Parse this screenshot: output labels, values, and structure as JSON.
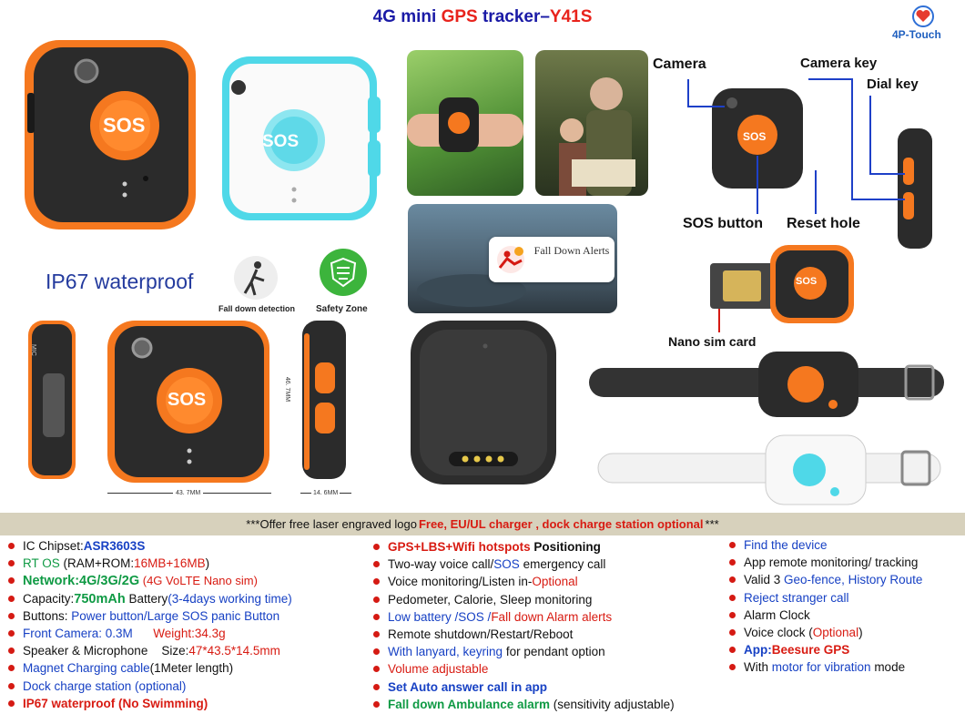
{
  "header": {
    "title_a": "4G mini ",
    "title_b": "GPS",
    "title_c": " tracker–",
    "title_d": "Y41S",
    "logo_text": "4P-Touch"
  },
  "labels": {
    "waterproof": "IP67 waterproof",
    "fall_detect": "Fall down detection",
    "safety_zone": "Safety Zone",
    "fall_alert": "Fall Down Alerts",
    "sos_text": "SOS",
    "camera": "Camera",
    "camera_key": "Camera key",
    "dial_key": "Dial key",
    "sos_button": "SOS button",
    "reset_hole": "Reset hole",
    "nano_sim": "Nano sim card",
    "dim_h": "46. 7MM",
    "dim_w": "43. 7MM",
    "dim_d": "14. 6MM",
    "mic": "MIC"
  },
  "banner": {
    "a": "***Offer  free laser engraved  logo ",
    "b": "Free, EU/UL charger , dock charge station optional",
    "c": "***"
  },
  "col1": [
    {
      "p1": "IC Chipset:",
      "p2": "ASR3603S"
    },
    {
      "p1": "RT OS",
      "p2": " (RAM+ROM:",
      "p3": "16MB+16MB",
      "p4": ")"
    },
    {
      "p1": "Network:4G/3G/2G",
      "p2": "  (4G VoLTE Nano sim)"
    },
    {
      "p1": "Capacity:",
      "p2": "750mAh",
      "p3": " Battery",
      "p4": "(3-4days  working time)"
    },
    {
      "p1": "Buttons: ",
      "p2": "Power button/Large  SOS panic Button"
    },
    {
      "p1": "Front Camera:  0.3M",
      "p2": "      Weight:34.3g"
    },
    {
      "p1": "Speaker & Microphone    Size:",
      "p2": "47*43.5*14.5mm"
    },
    {
      "p1": "Magnet Charging cable",
      "p2": "(1Meter length)"
    },
    {
      "p1": "Dock charge  station (optional)"
    },
    {
      "p1": "IP67 waterproof (No Swimming)"
    }
  ],
  "col2": [
    {
      "p1": "GPS+LBS+Wifi hotspots",
      "p2": "  Positioning"
    },
    {
      "p1": "Two-way voice call/",
      "p2": "SOS",
      "p3": " emergency call"
    },
    {
      "p1": "Voice monitoring/Listen in-",
      "p2": "Optional"
    },
    {
      "p1": "Pedometer, Calorie,  Sleep monitoring"
    },
    {
      "p1": "Low battery /SOS /",
      "p2": "Fall down  Alarm alerts"
    },
    {
      "p1": "Remote shutdown/Restart/Reboot"
    },
    {
      "p1": "With lanyard,  keyring",
      "p2": " for pendant option"
    },
    {
      "p1": "Volume  adjustable"
    },
    {
      "p1": "Set Auto  answer call in app"
    },
    {
      "p1": "Fall down Ambulance alarm",
      "p2": " (sensitivity adjustable)"
    }
  ],
  "col3": [
    {
      "p1": "Find the device"
    },
    {
      "p1": "App remote monitoring/ tracking"
    },
    {
      "p1": "Valid 3 ",
      "p2": "Geo-fence,  History Route"
    },
    {
      "p1": "Reject stranger  call"
    },
    {
      "p1": "Alarm Clock"
    },
    {
      "p1": "Voice clock (",
      "p2": "Optional",
      "p3": ")"
    },
    {
      "p1": "App:",
      "p2": "Beesure GPS"
    },
    {
      "p1": "With ",
      "p2": "motor for vibration",
      "p3": "  mode"
    }
  ],
  "colors": {
    "orange": "#f5781f",
    "dark": "#2b2b2b",
    "cyan": "#4fd8e8",
    "bullet": "#d51a13",
    "banner": "#d7d1bc"
  }
}
